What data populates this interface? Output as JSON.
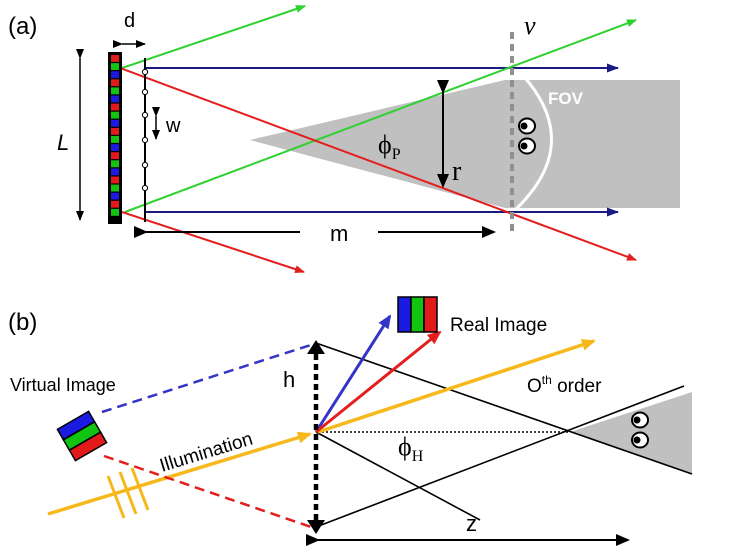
{
  "panel_a": {
    "label": "(a)",
    "d": "d",
    "v": "v",
    "w": "w",
    "L": "L",
    "fov": "FOV",
    "phi": "ϕ",
    "phi_sub": "P",
    "r": "r",
    "m": "m"
  },
  "panel_b": {
    "label": "(b)",
    "real_image": "Real Image",
    "virtual_image": "Virtual Image",
    "h": "h",
    "order_base": "O",
    "order_sup": "th",
    "order_suffix": " order",
    "illumination": "Illumination",
    "phi": "ϕ",
    "phi_sub": "H",
    "z": "z"
  },
  "colors": {
    "red": "#e41e1e",
    "green": "#2fd12f",
    "blue": "#1a1aa8",
    "navy": "#1a1a80",
    "yellow": "#f7b81c",
    "gray": "#c0c0c0",
    "dashed_gray": "#909090",
    "rgb_blue": "#1a1ae0",
    "rgb_green": "#11c411",
    "rgb_red": "#e21a1a"
  }
}
